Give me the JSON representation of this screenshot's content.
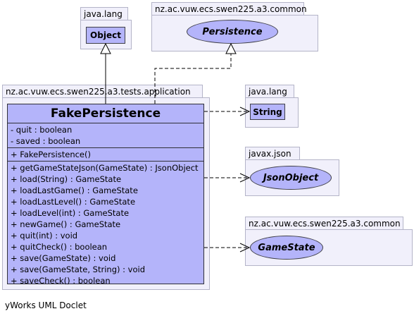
{
  "packages": {
    "java_lang_top": {
      "label": "java.lang",
      "class": "Object"
    },
    "common_top": {
      "label": "nz.ac.vuw.ecs.swen225.a3.common",
      "interface": "Persistence"
    },
    "tests_application": {
      "label": "nz.ac.vuw.ecs.swen225.a3.tests.application"
    },
    "java_lang_right": {
      "label": "java.lang",
      "class": "String"
    },
    "javax_json": {
      "label": "javax.json",
      "interface": "JsonObject"
    },
    "common_right": {
      "label": "nz.ac.vuw.ecs.swen225.a3.common",
      "interface": "GameState"
    }
  },
  "main_class": {
    "name": "FakePersistence",
    "fields": [
      "- quit : boolean",
      "- saved : boolean"
    ],
    "constructors": [
      "+ FakePersistence()"
    ],
    "methods": [
      "+ getGameStateJson(GameState) : JsonObject",
      "+ load(String) : GameState",
      "+ loadLastGame() : GameState",
      "+ loadLastLevel() : GameState",
      "+ loadLevel(int) : GameState",
      "+ newGame() : GameState",
      "+ quit(int) : void",
      "+ quitCheck() : boolean",
      "+ save(GameState) : void",
      "+ save(GameState, String) : void",
      "+ saveCheck() : boolean"
    ]
  },
  "footer": "yWorks UML Doclet"
}
